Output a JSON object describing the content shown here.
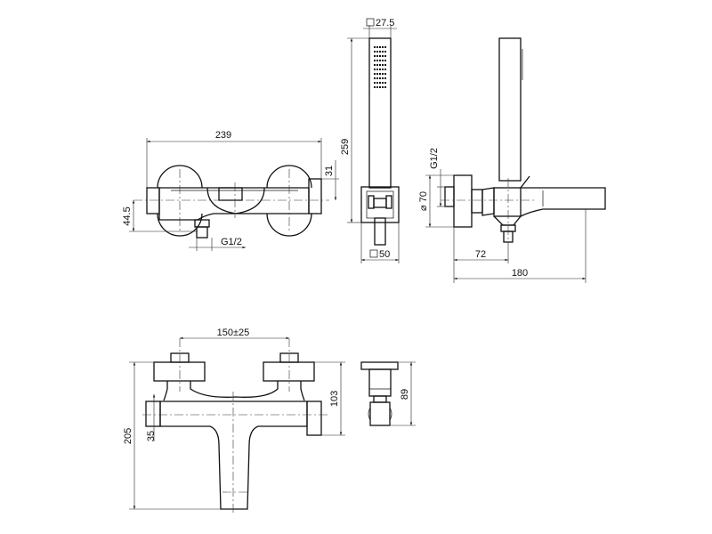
{
  "drawing": {
    "front_view": {
      "width": "239",
      "height_top": "31",
      "height_center": "44.5",
      "outlet_thread": "G1/2"
    },
    "hand_shower": {
      "head_size": "27.5",
      "length": "259",
      "bracket_size": "50"
    },
    "side_view": {
      "thread": "G1/2",
      "flange_diameter": "70",
      "wall_to_outlet": "72",
      "projection": "180"
    },
    "top_view": {
      "inlet_spacing": "150±25",
      "total_depth": "205",
      "body_depth": "103",
      "cap_offset": "35"
    },
    "detail_view": {
      "depth": "89"
    }
  }
}
